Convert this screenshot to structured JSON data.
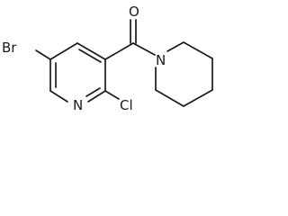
{
  "molecule": {
    "atoms": {
      "bromine": "Br",
      "ring_nitrogen": "N",
      "chlorine": "Cl",
      "carbonyl_oxygen": "O",
      "piperidine_nitrogen": "N"
    },
    "colors": {
      "ink": "#1a1a1a",
      "background": "#ffffff"
    }
  }
}
